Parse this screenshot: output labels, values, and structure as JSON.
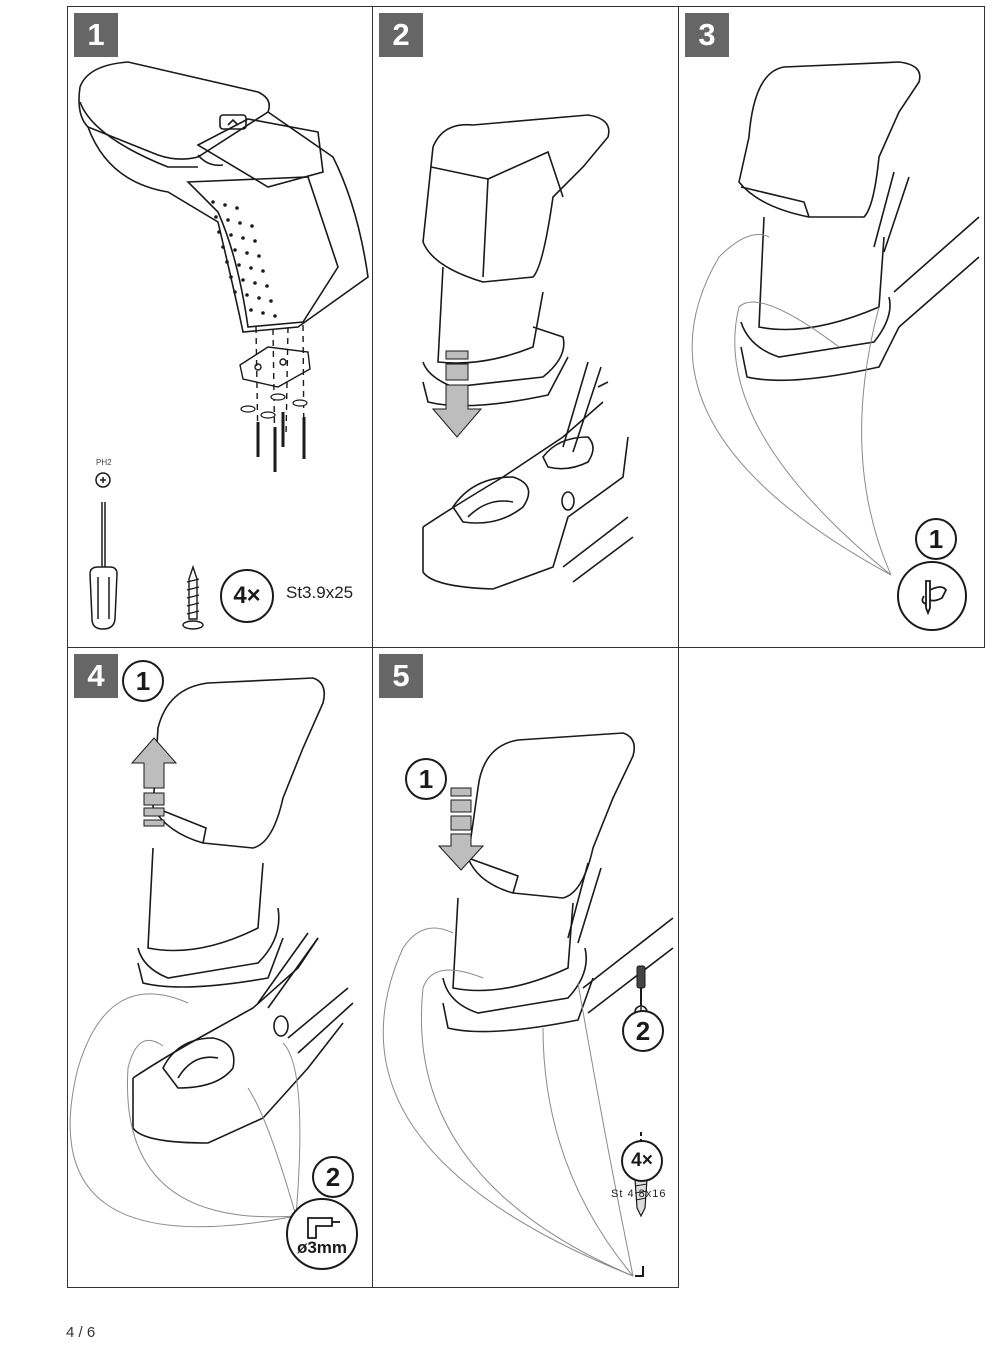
{
  "document": {
    "page_indicator": "4 / 6",
    "steps": [
      {
        "number": "1",
        "tool_label": "PH2",
        "quantity": "4×",
        "screw_spec": "St3.9x25"
      },
      {
        "number": "2"
      },
      {
        "number": "3",
        "substep": "1"
      },
      {
        "number": "4",
        "substeps": [
          "1",
          "2"
        ],
        "drill_size": "ø3mm"
      },
      {
        "number": "5",
        "substeps": [
          "1",
          "2"
        ],
        "quantity": "4×",
        "screw_spec": "St 4,8x16"
      }
    ]
  },
  "colors": {
    "badge_bg": "#666666",
    "line": "#1a1a1a",
    "arrow_fill": "#bdbdbd",
    "guide_line": "#8a8a8a"
  },
  "icons": {
    "step1_tool": "phillips-screwdriver-icon",
    "step1_screw": "wood-screw-icon",
    "step3_action": "hand-marking-pencil-icon",
    "step4_action": "drill-icon",
    "step5_tool": "screwdriver-icon",
    "step5_screw": "pan-head-screw-icon"
  }
}
